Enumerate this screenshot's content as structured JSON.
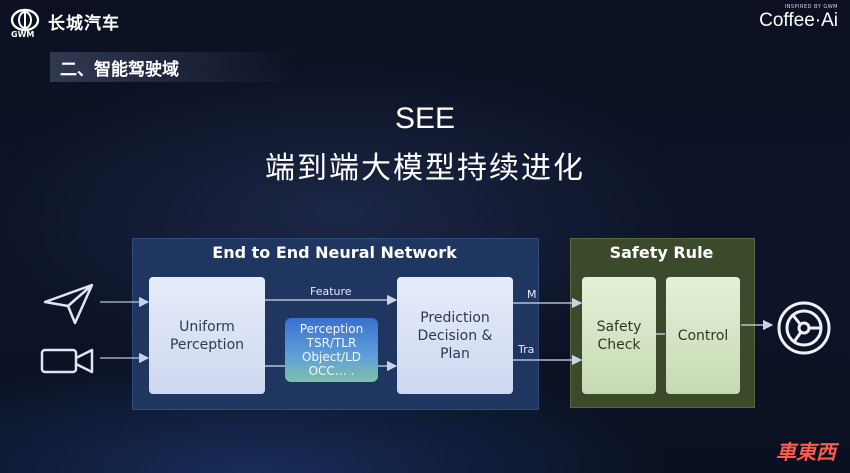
{
  "header": {
    "brand_cn": "长城汽车",
    "brand_en": "GWM",
    "partner_small": "INSPIRED BY GWM",
    "partner_logo": "Coffee·Ai",
    "section_title": "二、智能驾驶域"
  },
  "slide": {
    "title_line1": "SEE",
    "title_line2": "端到端大模型持续进化"
  },
  "diagram": {
    "e2e_group_label": "End to End Neural Network",
    "safety_group_label": "Safety Rule",
    "uniform_perception": "Uniform Perception",
    "perception_box_lines": [
      "Perception",
      "TSR/TLR",
      "Object/LD",
      "OCC… ."
    ],
    "prediction_box": "Prediction Decision & Plan",
    "safety_check": "Safety Check",
    "control": "Control",
    "edge_feature": "Feature",
    "edge_top_right_partial": "M",
    "edge_bottom_right_partial": "Tra",
    "input_icons": [
      "navigation-arrow-icon",
      "camera-icon"
    ],
    "output_icon": "steering-wheel-icon"
  },
  "watermark": "車東西",
  "colors": {
    "e2e_group": "#1f3660",
    "safety_group": "#3a4a2b",
    "module_blue": "#dde5f6",
    "module_green": "#d6e6c6"
  }
}
